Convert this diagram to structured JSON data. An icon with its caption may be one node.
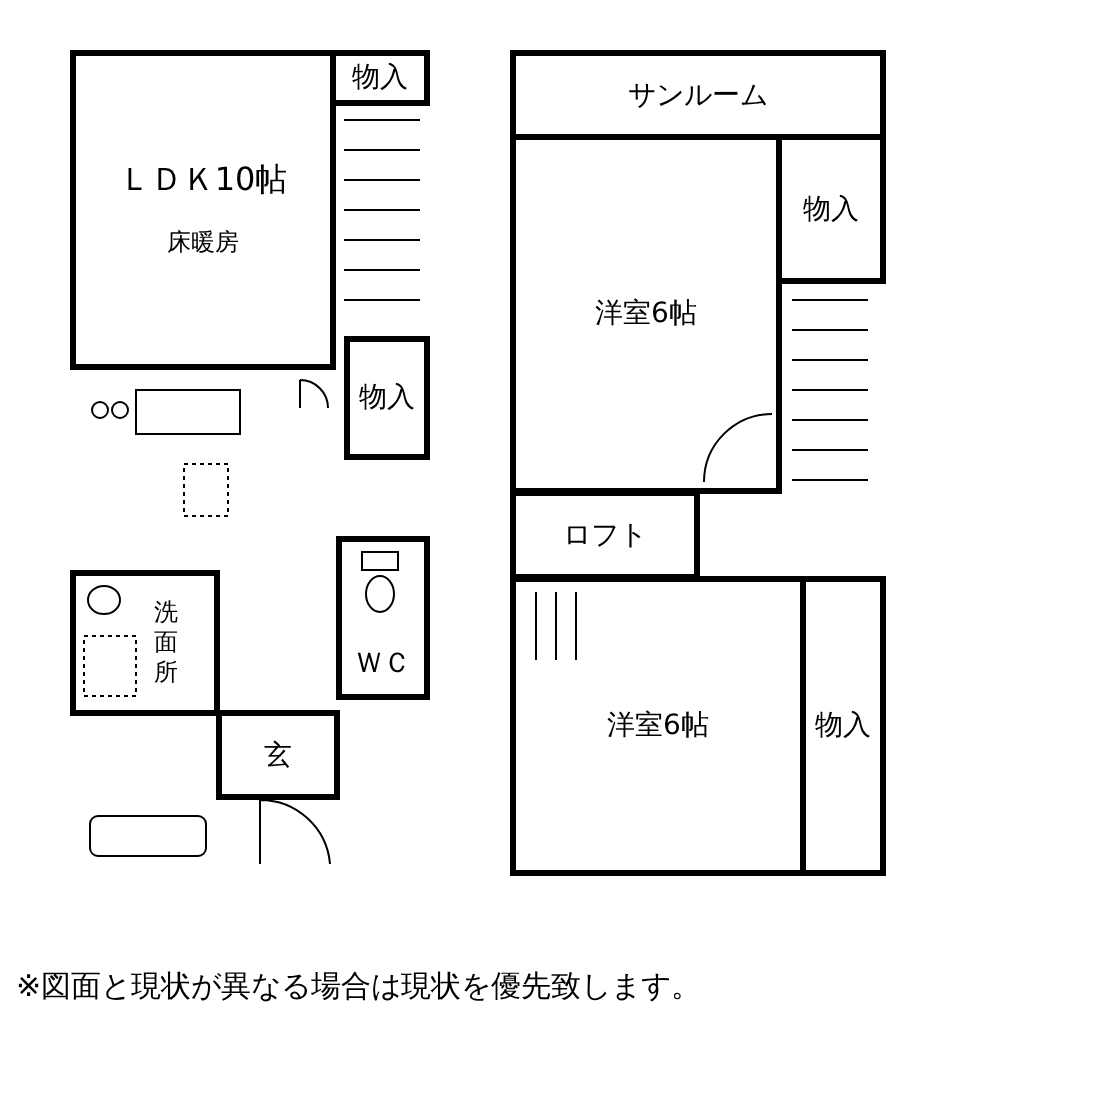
{
  "diagram": {
    "caption": "※図面と現状が異なる場合は現状を優先致します。",
    "nodes": [
      {
        "text": [
          "物入"
        ]
      },
      {
        "text": [
          "ＬＤＫ10帖",
          "床暖房"
        ]
      },
      {
        "text": [
          "物入"
        ]
      },
      {
        "text": [
          "洗面所"
        ]
      },
      {
        "text": [
          "ＷＣ"
        ]
      },
      {
        "text": [
          "玄"
        ]
      },
      {
        "text": [
          "サンルーム"
        ]
      },
      {
        "text": [
          "物入"
        ]
      },
      {
        "text": [
          "洋室6帖"
        ]
      },
      {
        "text": [
          "ロフト"
        ]
      },
      {
        "text": [
          "洋室6帖"
        ]
      },
      {
        "text": [
          "物入"
        ]
      }
    ]
  }
}
